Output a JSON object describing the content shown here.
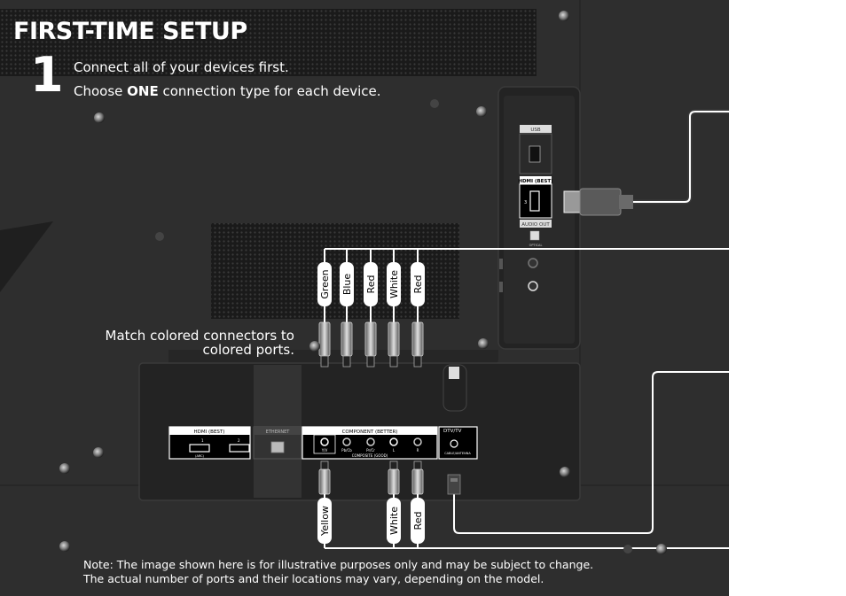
{
  "title": "FIRST-TIME SETUP",
  "step": {
    "number": "1",
    "line1": "Connect all of your devices first.",
    "line2_prefix": "Choose ",
    "line2_bold": "ONE",
    "line2_suffix": " connection type for each device."
  },
  "match_text": "Match colored connectors to colored ports.",
  "cable_labels_top": [
    "Green",
    "Blue",
    "Red",
    "White",
    "Red"
  ],
  "cable_labels_bottom": [
    "Yellow",
    "White",
    "Red"
  ],
  "side_panel": {
    "usb": "USB",
    "hdmi": "HDMI (BEST)",
    "hdmi_port_no": "3",
    "audio_out": "AUDIO OUT",
    "optical": "OPTICAL"
  },
  "bottom_panel": {
    "hdmi": "HDMI (BEST)",
    "hdmi_port1": "1",
    "hdmi_port2": "2",
    "hdmi_arc": "(ARC)",
    "ethernet": "ETHERNET",
    "component": "COMPONENT (BETTER)",
    "composite": "COMPOSITE (GOOD)",
    "component_ports": [
      "Y/V",
      "Pb/Cb",
      "Pr/Cr",
      "L",
      "R"
    ],
    "dtv": "DTV/TV",
    "antenna": "CABLE/ANTENNA"
  },
  "note_line1": "Note:  The image shown here is for illustrative purposes only and may be subject to change.",
  "note_line2": "The actual number of ports and their locations may vary, depending on the model.",
  "colors": {
    "tv_body": "#2d2d2d",
    "panel_dark": "#1c1c1c",
    "cable_white": "#ffffff",
    "page_bg": "#ffffff"
  }
}
